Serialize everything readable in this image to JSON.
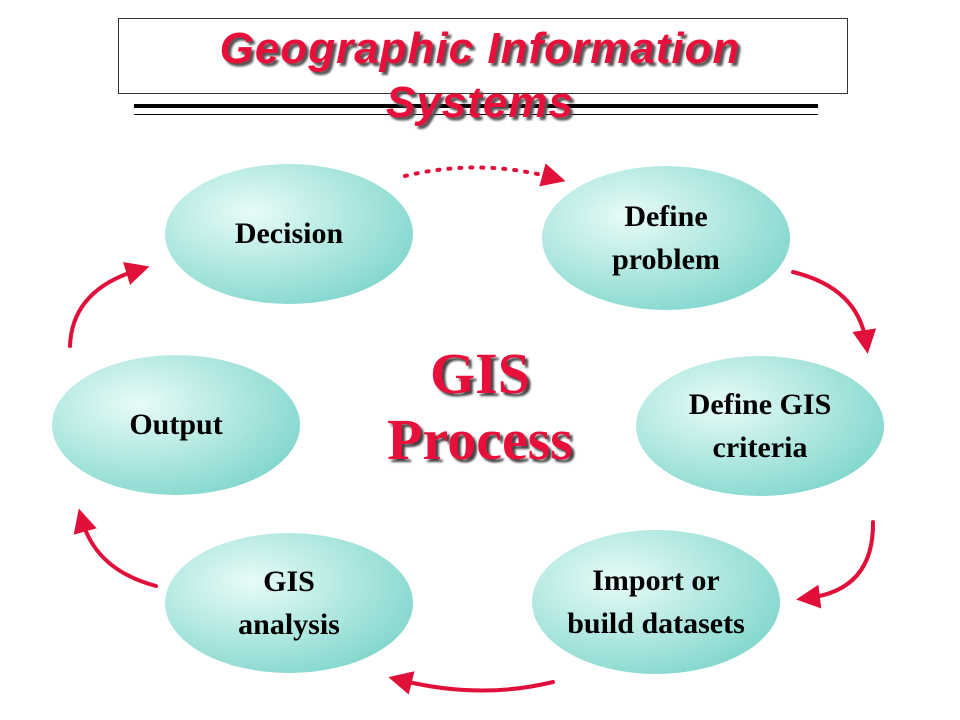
{
  "title": {
    "line1": "Geographic Information",
    "line2": "Systems"
  },
  "center": {
    "line1": "GIS",
    "line2": "Process"
  },
  "nodes": [
    {
      "label": "Decision"
    },
    {
      "label": "Define\nproblem"
    },
    {
      "label": "Define GIS\ncriteria"
    },
    {
      "label": "Import or\nbuild datasets"
    },
    {
      "label": "GIS\nanalysis"
    },
    {
      "label": "Output"
    }
  ],
  "colors": {
    "title": "#e8103a",
    "center": "#e8103a",
    "arrow": "#e0103a",
    "node_fill_light": "#e8fbf8",
    "node_fill_dark": "#7fd6cc"
  },
  "icons": {
    "arrow": "curved-arrow-icon",
    "dotted_arrow": "dotted-arrow-icon"
  }
}
